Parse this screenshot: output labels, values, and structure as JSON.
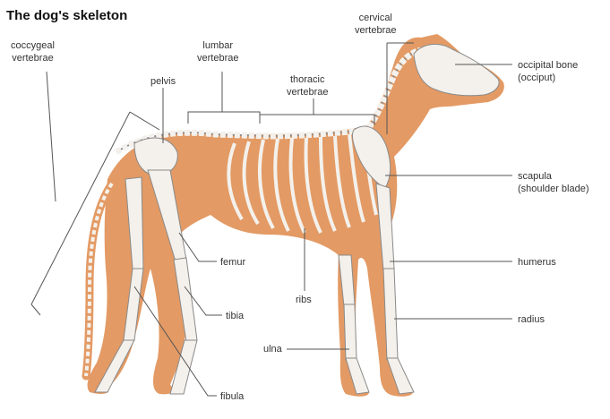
{
  "title": "The dog's skeleton",
  "colors": {
    "body_fill": "#e39a64",
    "bone_fill": "#f4f1ec",
    "bone_stroke": "#8a8a8a",
    "leader_line": "#555555",
    "background": "#ffffff"
  },
  "labels": {
    "coccygeal": [
      "coccygeal",
      "vertebrae"
    ],
    "lumbar": [
      "lumbar",
      "vertebrae"
    ],
    "pelvis": "pelvis",
    "thoracic": [
      "thoracic",
      "vertebrae"
    ],
    "cervical": [
      "cervical",
      "vertebrae"
    ],
    "occipital": [
      "occipital bone",
      "(occiput)"
    ],
    "scapula": [
      "scapula",
      "(shoulder blade)"
    ],
    "humerus": "humerus",
    "radius": "radius",
    "femur": "femur",
    "tibia": "tibia",
    "ribs": "ribs",
    "ulna": "ulna",
    "fibula": "fibula"
  }
}
